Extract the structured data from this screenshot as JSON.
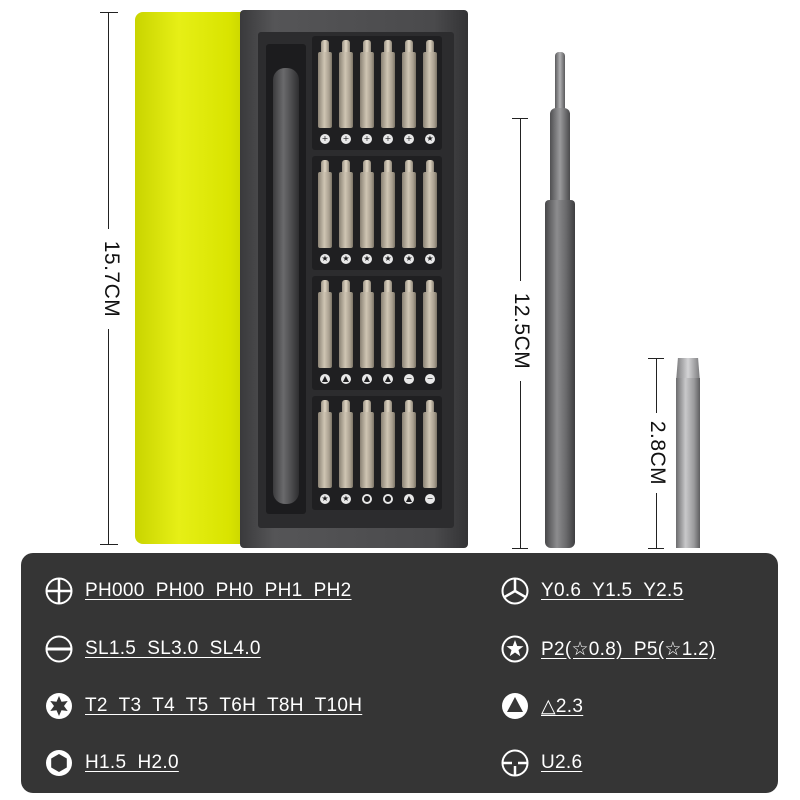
{
  "dimensions": {
    "case_height": "15.7CM",
    "screwdriver_length": "12.5CM",
    "bit_length": "2.8CM"
  },
  "legend": {
    "left": [
      {
        "icon": "phillips-icon",
        "text": "PH000  PH00  PH0  PH1  PH2"
      },
      {
        "icon": "slotted-icon",
        "text": "SL1.5  SL3.0  SL4.0"
      },
      {
        "icon": "torx-icon",
        "text": "T2  T3  T4  T5  T6H  T8H  T10H"
      },
      {
        "icon": "hex-icon",
        "text": "H1.5  H2.0"
      }
    ],
    "right": [
      {
        "icon": "tri-wing-icon",
        "text": "Y0.6  Y1.5  Y2.5"
      },
      {
        "icon": "pentalobe-icon",
        "text": "P2(☆0.8)  P5(☆1.2)"
      },
      {
        "icon": "triangle-icon",
        "text": "△2.3"
      },
      {
        "icon": "u-type-icon",
        "text": "U2.6"
      }
    ]
  },
  "colors": {
    "lid": "#e0ea10",
    "case": "#4a4a4c",
    "legend_bg": "#353535",
    "legend_text": "#ffffff"
  }
}
